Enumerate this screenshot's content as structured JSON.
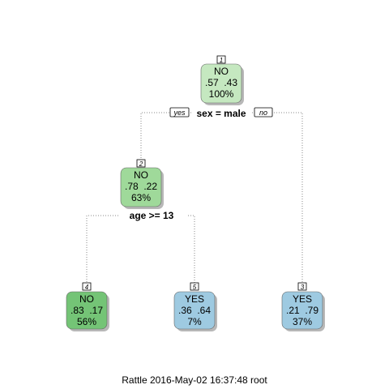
{
  "tree": {
    "nodes": [
      {
        "id": "1",
        "label": "NO",
        "probs": ".57  .43",
        "pct": "100%",
        "fill": "#c5e8c0"
      },
      {
        "id": "2",
        "label": "NO",
        "probs": ".78  .22",
        "pct": "63%",
        "fill": "#9fd99a"
      },
      {
        "id": "3",
        "label": "YES",
        "probs": ".21  .79",
        "pct": "37%",
        "fill": "#9ecae1"
      },
      {
        "id": "4",
        "label": "NO",
        "probs": ".83  .17",
        "pct": "56%",
        "fill": "#74c476"
      },
      {
        "id": "5",
        "label": "YES",
        "probs": ".36  .64",
        "pct": "7%",
        "fill": "#9ecae1"
      }
    ],
    "splits": [
      {
        "parent": "1",
        "rule": "sex = male",
        "left_branch": "yes",
        "right_branch": "no"
      },
      {
        "parent": "2",
        "rule": "age >= 13"
      }
    ]
  },
  "footer": "Rattle 2016-May-02 16:37:48 root"
}
